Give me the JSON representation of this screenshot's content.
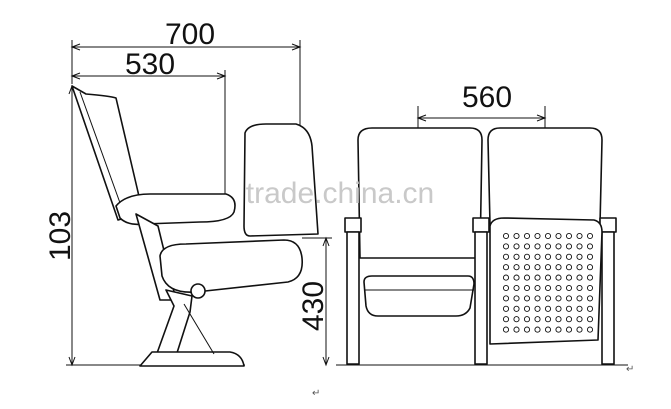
{
  "dimensions": {
    "overall_depth": "700",
    "seat_depth": "530",
    "height": "103",
    "seat_height": "430",
    "seat_width": "560"
  },
  "watermark": "trade.china.cn",
  "return_marks": [
    "↵",
    "↵"
  ]
}
